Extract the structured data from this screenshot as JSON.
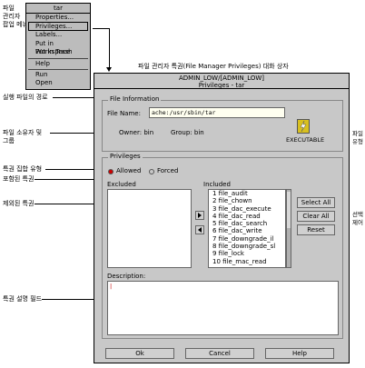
{
  "callouts": {
    "popup_menu": "파일\n관리자\n팝업 메뉴",
    "dialog_caption": "파일 관리자 특권(File Manager Privileges) 대화 상자",
    "exec_path": "실행 파일의 경로",
    "file_owner_group": "파일 소유자 및\n그룹",
    "file_type": "파일\n유형",
    "priv_set_type": "특권 집합 유형",
    "included_privs": "포함된 특권",
    "excluded_privs": "제외된 특권",
    "select_control": "선택\n제어",
    "desc_field": "특권 설명 필드"
  },
  "menu": {
    "title": "tar",
    "items": [
      "Properties...",
      "Privileges...",
      "Labels...",
      "Put in Workspace",
      "Put in Trash",
      "Help",
      "Run",
      "Open"
    ]
  },
  "dialog": {
    "title_line1": "ADMIN_LOW/[ADMIN_LOW]",
    "title_line2": "Privileges - tar",
    "file_info_label": "File Information",
    "file_name_label": "File Name:",
    "file_name_value": "ache:/usr/sbin/tar",
    "owner_text": "Owner:  bin",
    "group_text": "Group:  bin",
    "file_type_label": "EXECUTABLE",
    "privileges_label": "Privileges",
    "allowed_label": "Allowed",
    "forced_label": "Forced",
    "excluded_label": "Excluded",
    "included_label": "Included",
    "included_items": [
      "1  file_audit",
      "2  file_chown",
      "3  file_dac_execute",
      "4  file_dac_read",
      "5  file_dac_search",
      "6  file_dac_write",
      "7  file_downgrade_il",
      "8  file_downgrade_sl",
      "9  file_lock",
      "10 file_mac_read"
    ],
    "select_all": "Select All",
    "clear_all": "Clear All",
    "reset": "Reset",
    "description_label": "Description:",
    "description_value": "|",
    "ok": "Ok",
    "cancel": "Cancel",
    "help": "Help"
  },
  "colors": {
    "dialog_bg": "#c8c8c8",
    "field_bg": "#fffff0",
    "radio_selected": "#cc0000",
    "file_icon": "#d8c020"
  }
}
